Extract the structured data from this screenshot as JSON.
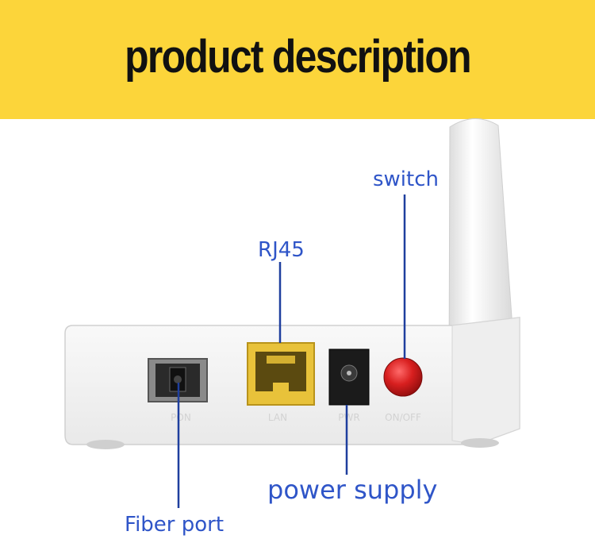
{
  "banner": {
    "title": "product description"
  },
  "labels": {
    "switch": "switch",
    "rj45": "RJ45",
    "power": "power supply",
    "fiber": "Fiber port"
  },
  "colors": {
    "banner": "#fcd53a",
    "label": "#2f55c8",
    "leader_line": "#1f3f9e",
    "switch_button": "#d81f1f",
    "rj45_port": "#e8c23a"
  },
  "ports": {
    "fiber": "PON",
    "lan": "LAN",
    "power": "PWR",
    "switch": "ON/OFF"
  }
}
